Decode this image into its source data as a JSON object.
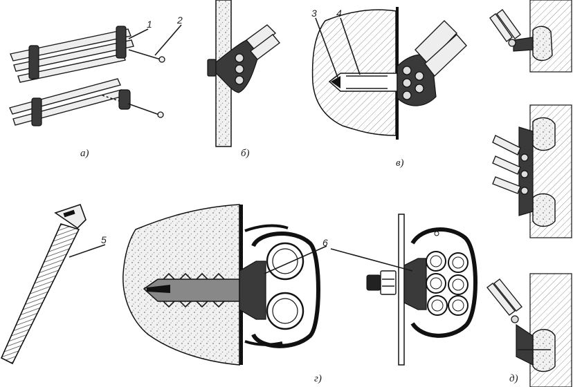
{
  "callouts": {
    "c1": "1",
    "c2": "2",
    "c3": "3",
    "c4": "4",
    "c5": "5",
    "c6": "6"
  },
  "captions": {
    "a": "а)",
    "b": "б)",
    "v": "в)",
    "g": "г)",
    "d": "д)"
  },
  "colors": {
    "ink": "#1a1a1a",
    "fill_dark": "#3a3a3a",
    "hatch": "#777777",
    "background": "#ffffff"
  }
}
